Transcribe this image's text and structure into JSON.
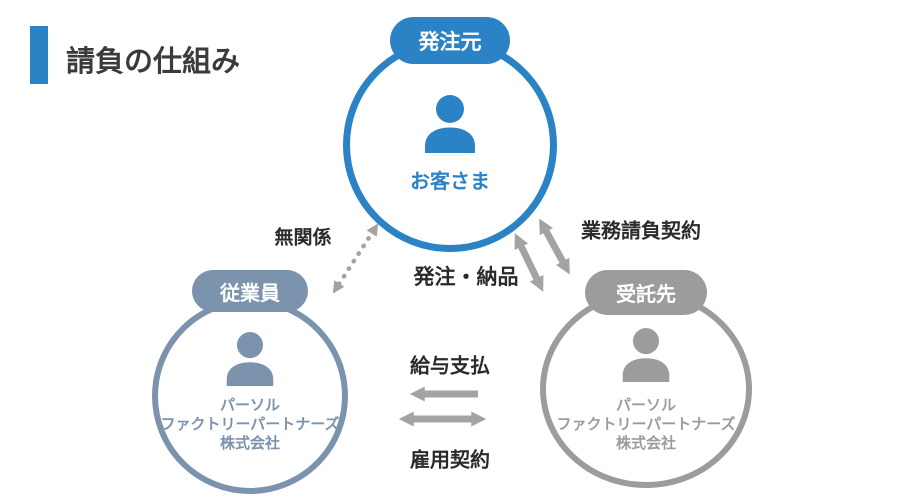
{
  "title": {
    "text": "請負の仕組み"
  },
  "colors": {
    "blue": "#2b83c6",
    "steel_blue": "#7b93ad",
    "gray": "#9c9c9c",
    "arrow_gray": "#a3a3a3",
    "label_text": "#2b2b2b",
    "title_text": "#3b3b3b"
  },
  "nodes": {
    "orderer": {
      "badge": "発注元",
      "icon": "person-icon",
      "name": "お客さま"
    },
    "employee": {
      "badge": "従業員",
      "icon": "person-icon",
      "name_lines": [
        "パーソル",
        "ファクトリーパートナーズ",
        "株式会社"
      ]
    },
    "contractor": {
      "badge": "受託先",
      "icon": "person-icon",
      "name_lines": [
        "パーソル",
        "ファクトリーパートナーズ",
        "株式会社"
      ]
    }
  },
  "relations": {
    "unrelated": "無関係",
    "service_contract": "業務請負契約",
    "order_delivery": "発注・納品",
    "salary_payment": "給与支払",
    "employment_contract": "雇用契約"
  }
}
